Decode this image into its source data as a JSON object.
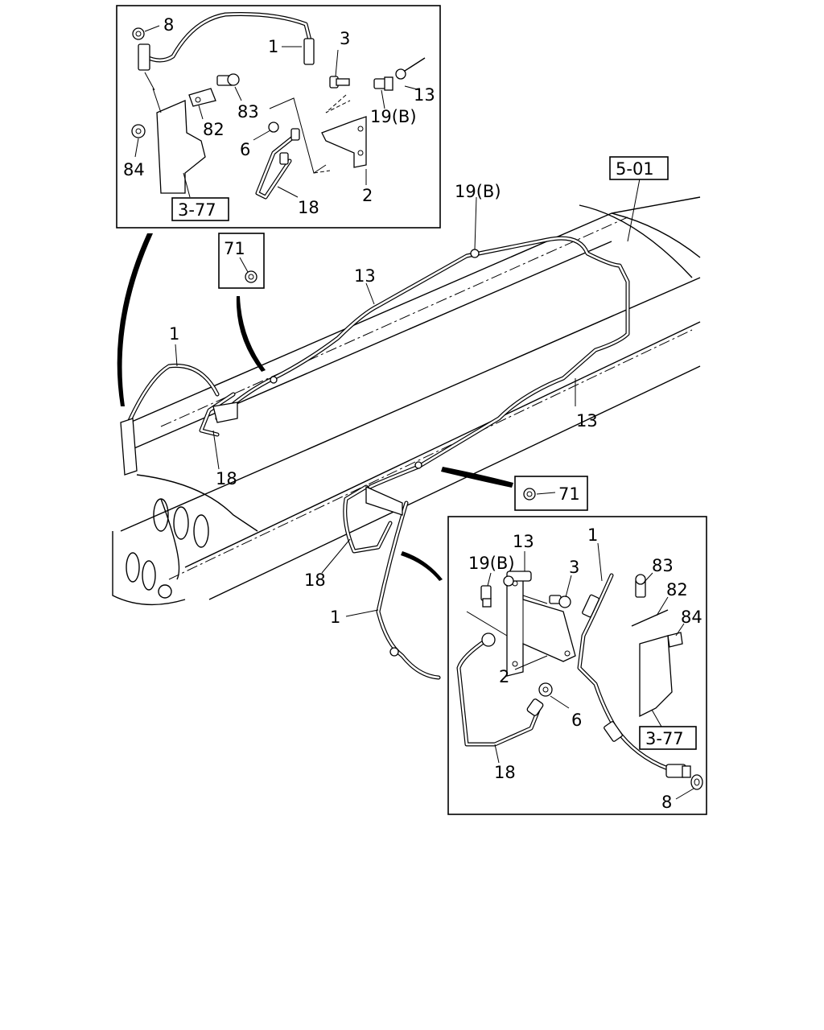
{
  "diagram": {
    "ref_main": "5-01",
    "ref_bracket": "3-77",
    "inset_top": {
      "labels": {
        "p8": "8",
        "p1": "1",
        "p3": "3",
        "p13": "13",
        "p19b": "19(B)",
        "p83": "83",
        "p82": "82",
        "p84": "84",
        "p6": "6",
        "p18": "18",
        "p2": "2"
      }
    },
    "inset_bottom": {
      "labels": {
        "p13": "13",
        "p1": "1",
        "p19b": "19(B)",
        "p3": "3",
        "p83": "83",
        "p82": "82",
        "p84": "84",
        "p2": "2",
        "p6": "6",
        "p18": "18",
        "p8": "8"
      }
    },
    "callout_71": "71",
    "main_labels": {
      "p19b": "19(B)",
      "p13_upper": "13",
      "p13_lower": "13",
      "p1_left": "1",
      "p18_left": "18",
      "p18_bottom": "18",
      "p1_bottom": "1"
    }
  }
}
